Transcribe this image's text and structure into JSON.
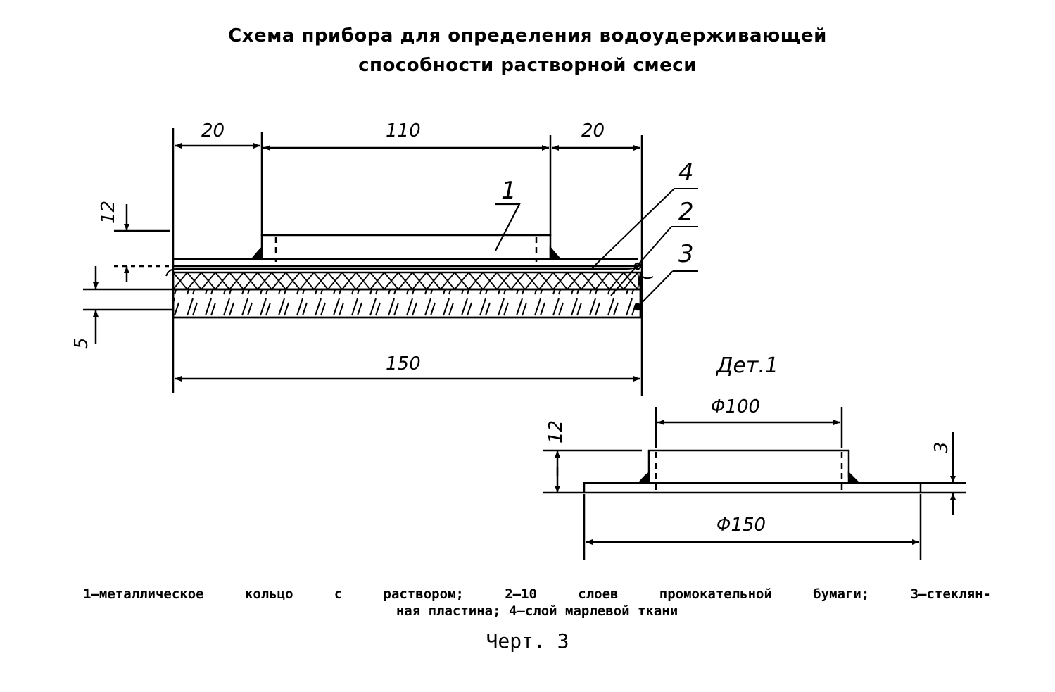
{
  "title": {
    "line1": "Схема прибора для определения водоудерживающей",
    "line2": "способности растворной смеси"
  },
  "main_view": {
    "dims": {
      "left_margin": "20",
      "ring_width": "110",
      "right_margin": "20",
      "ring_height": "12",
      "plate_thickness": "5",
      "overall_width": "150"
    },
    "leaders": {
      "ring": "1",
      "paper": "2",
      "glass": "3",
      "gauze": "4"
    }
  },
  "detail_view": {
    "title": "Дет.1",
    "dims": {
      "ring_diameter": "Φ100",
      "base_diameter": "Φ150",
      "ring_height": "12",
      "base_thickness": "3"
    }
  },
  "caption": {
    "line1": "1—металлическое кольцо с раствором; 2—10 слоев промокательной бумаги; 3—стеклян-",
    "line2": "ная пластина; 4—слой марлевой ткани"
  },
  "figure_label": "Черт. 3"
}
